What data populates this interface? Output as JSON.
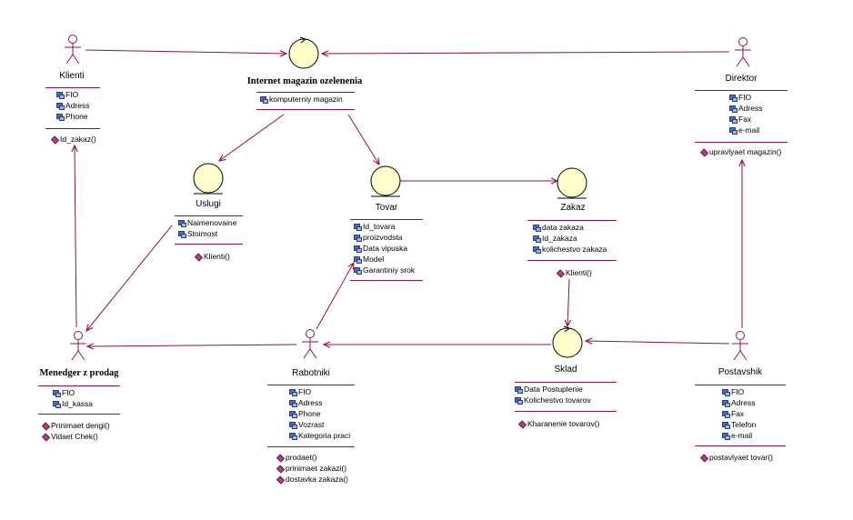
{
  "colors": {
    "line": "#8b1540",
    "circle_fill": "#ffffcc",
    "circle_stroke": "#000000"
  },
  "nodes": {
    "klienti": {
      "name": "Klienti",
      "attributes": [
        "FIO",
        "Adress",
        "Phone"
      ],
      "operations": [
        "Id_zakaz()"
      ]
    },
    "internet_magazin": {
      "name": "Internet magazin ozelenenia",
      "attributes": [
        "komputerniy magazin"
      ]
    },
    "direktor": {
      "name": "Direktor",
      "attributes": [
        "FIO",
        "Adress",
        "Fax",
        "e-mail"
      ],
      "operations": [
        "upravlyaet magazin()"
      ]
    },
    "uslugi": {
      "name": "Uslugi",
      "attributes": [
        "Naimenovaine",
        "Stoimost"
      ],
      "operations": [
        "Klienti()"
      ]
    },
    "tovar": {
      "name": "Tovar",
      "attributes": [
        "Id_tovara",
        "proizvodsta",
        "Data vipuska",
        "Model",
        "Garantiniy srok"
      ]
    },
    "zakaz": {
      "name": "Zakaz",
      "attributes": [
        "data zakaza",
        "Id_zakaza",
        "kolichestvo zakaza"
      ],
      "operations": [
        "Klienti()"
      ]
    },
    "menedger": {
      "name": "Menedger z prodag",
      "attributes": [
        "FIO",
        "Id_kassa"
      ],
      "operations": [
        "Prinimaet dengi()",
        "Vidaet Chek()"
      ]
    },
    "rabotniki": {
      "name": "Rabotniki",
      "attributes": [
        "FIO",
        "Adress",
        "Phone",
        "Vozrast",
        "Kategoria praci"
      ],
      "operations": [
        "prodaet()",
        "prinimaet zakazi()",
        "dostavka zakaza()"
      ]
    },
    "sklad": {
      "name": "Sklad",
      "attributes": [
        "Data Postuplenie",
        "Kolichestvo tovarov"
      ],
      "operations": [
        "Kharanenie tovarov()"
      ]
    },
    "postavshik": {
      "name": "Postavshik",
      "attributes": [
        "FIO",
        "Adress",
        "Fax",
        "Telefon",
        "e-mail"
      ],
      "operations": [
        "postavlyaet tovar()"
      ]
    }
  }
}
